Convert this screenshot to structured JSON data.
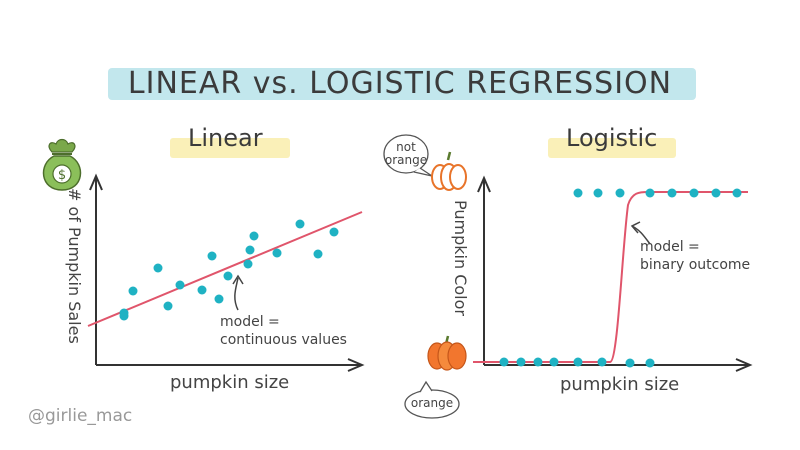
{
  "title": "LINEAR vs. LOGISTIC REGRESSION",
  "signature": "@girlie_mac",
  "colors": {
    "dot": "#1fb2c3",
    "model_line": "#e0556b",
    "axis": "#333333",
    "title_highlight": "#b7e3ea",
    "panel_highlight": "#faf0b8",
    "pumpkin": "#f2762e",
    "money_bag": "#8bbf5a"
  },
  "linear": {
    "panel_title": "Linear",
    "y_axis_label": "# of Pumpkin Sales",
    "x_axis_label": "pumpkin size",
    "annotation_line1": "model =",
    "annotation_line2": "continuous values",
    "icon": "money-bag-icon"
  },
  "logistic": {
    "panel_title": "Logistic",
    "y_axis_label": "Pumpkin Color",
    "x_axis_label": "pumpkin size",
    "annotation_line1": "model =",
    "annotation_line2": "binary outcome",
    "bubble_top_line1": "not",
    "bubble_top_line2": "orange",
    "bubble_bottom": "orange",
    "icon_top": "white-pumpkin-icon",
    "icon_bottom": "orange-pumpkin-icon"
  }
}
